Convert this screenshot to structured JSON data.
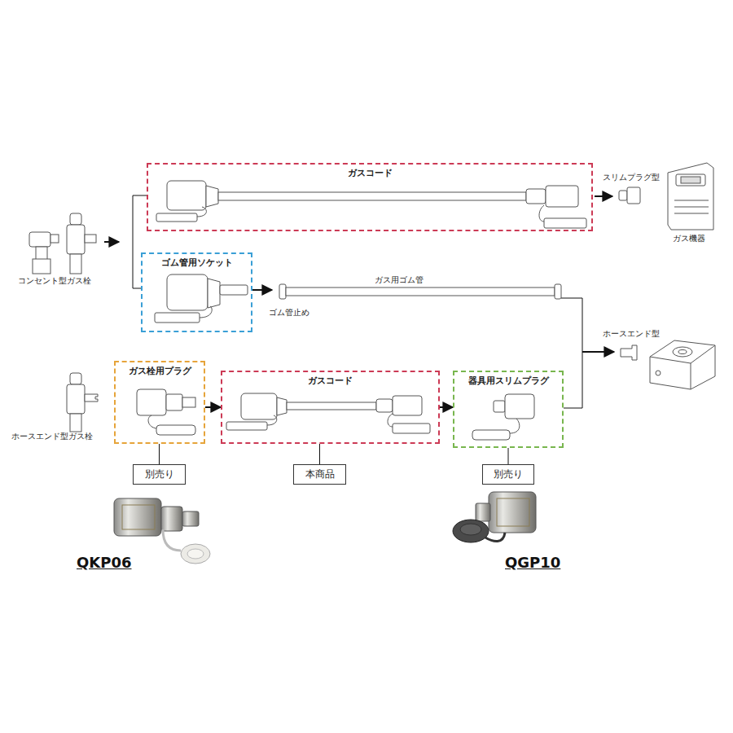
{
  "diagram": {
    "nodes": [
      {
        "text": [
          "ガスコード"
        ]
      },
      {
        "text": [
          "ゴム管用ソケット"
        ]
      },
      {
        "text": [
          "ガス栓用プラグ"
        ]
      },
      {
        "text": [
          "ガスコード"
        ]
      },
      {
        "text": [
          "器具用スリムプラグ"
        ]
      },
      {
        "text": [
          "別売り"
        ]
      },
      {
        "text": [
          "本商品"
        ]
      },
      {
        "text": [
          "別売り"
        ]
      }
    ],
    "edges": [
      {
        "from": 2,
        "to": 3,
        "arrow": "to"
      },
      {
        "from": 3,
        "to": 4,
        "arrow": "to"
      },
      {
        "from": 2,
        "to": 5,
        "arrow": "none"
      },
      {
        "from": 3,
        "to": 6,
        "arrow": "none"
      },
      {
        "from": 4,
        "to": 7,
        "arrow": "none"
      }
    ],
    "labels": [
      "コンセント型ガス栓",
      "スリムプラグ型",
      "ガス機器",
      "ガス用ゴム管",
      "ゴム管止め",
      "ホースエンド型",
      "ホースエンド型ガス栓",
      "QKP06",
      "QGP10"
    ]
  }
}
